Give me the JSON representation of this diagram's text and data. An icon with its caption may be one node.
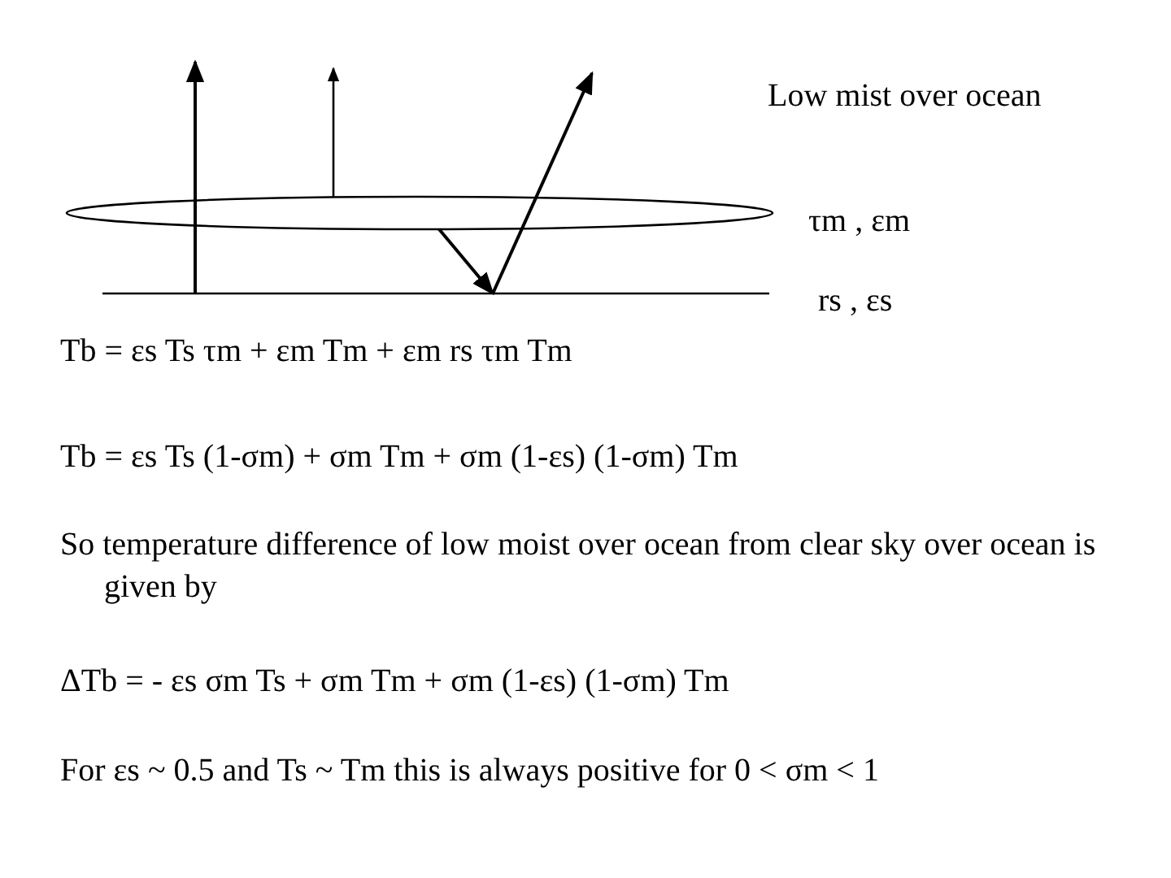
{
  "diagram": {
    "nodes": [
      {
        "text": [],
        "shape": "ellipse",
        "beside": [
          "τm , εm"
        ]
      },
      {
        "text": [],
        "shape": "line",
        "beside": [
          "rs , εs"
        ]
      }
    ],
    "edges": [
      {
        "from": 1,
        "to": null,
        "arrow": "to"
      },
      {
        "from": 0,
        "to": null,
        "arrow": "to"
      },
      {
        "from": 0,
        "to": 1,
        "arrow": "to"
      },
      {
        "from": 1,
        "to": null,
        "arrow": "to"
      }
    ],
    "labels": [
      "Low mist over ocean",
      "Tb = εs Ts τm + εm Tm + εm rs τm Tm",
      "Tb = εs Ts (1-σm) + σm Tm + σm (1-εs) (1-σm) Tm",
      "So temperature difference of low moist over ocean from clear sky over ocean is given by",
      "ΔTb = - εs σm Ts + σm Tm + σm (1-εs) (1-σm) Tm",
      "For εs ~ 0.5 and Ts ~ Tm this is always positive for 0 < σm < 1"
    ]
  }
}
